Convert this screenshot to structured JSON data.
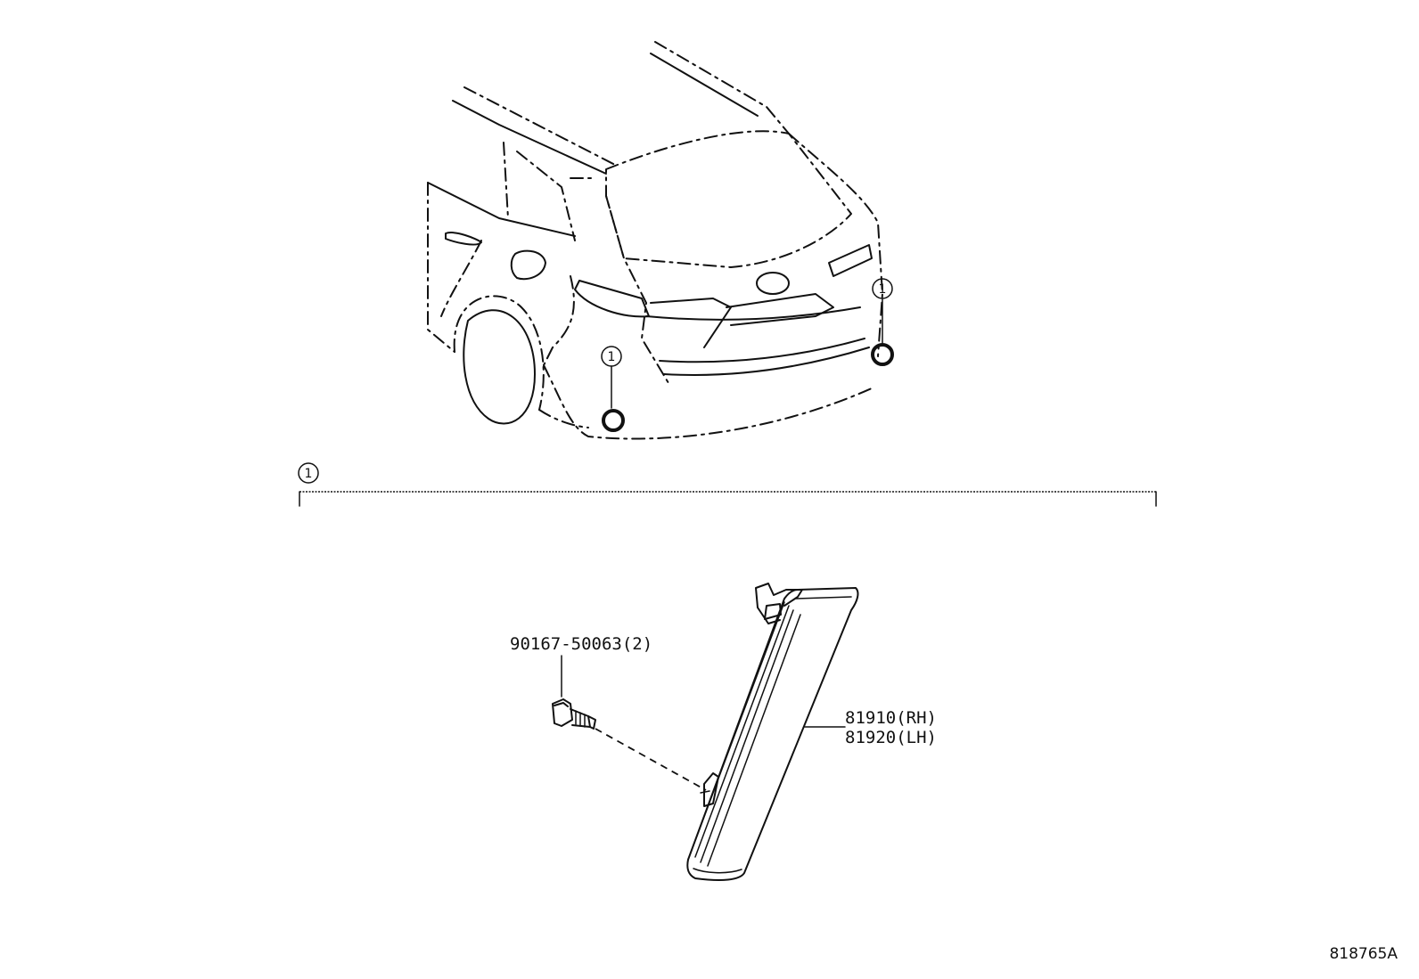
{
  "callouts": {
    "left_reflector": "1",
    "right_reflector": "1",
    "assembly_group": "1"
  },
  "parts": {
    "bolt_number": "90167-50063(2)",
    "reflector_rh": "81910(RH)",
    "reflector_lh": "81920(LH)"
  },
  "illustration_code": "818765A"
}
